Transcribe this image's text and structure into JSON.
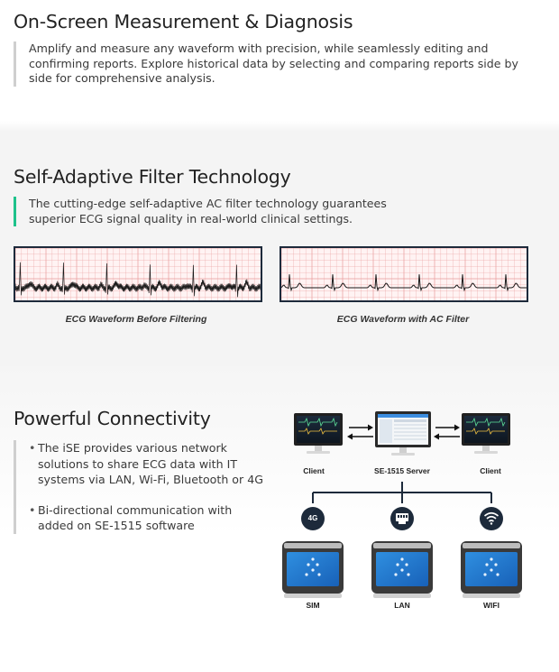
{
  "measurement": {
    "title": "On-Screen Measurement & Diagnosis",
    "description": "Amplify and measure any waveform with precision, while seamlessly editing and confirming reports. Explore historical data by selecting and comparing reports side by side for comprehensive analysis."
  },
  "filter": {
    "title": "Self-Adaptive Filter Technology",
    "description": "The cutting-edge self-adaptive AC filter technology guarantees superior ECG signal quality in real-world clinical settings.",
    "before_caption": "ECG Waveform Before Filtering",
    "after_caption": "ECG Waveform with AC Filter"
  },
  "connectivity": {
    "title": "Powerful Connectivity",
    "bullets": [
      "The iSE provides various network solutions to share ECG data with IT systems via LAN, Wi-Fi, Bluetooth or 4G",
      "Bi-directional communication with added on SE-1515 software"
    ],
    "diagram": {
      "client_left": "Client",
      "server": "SE-1515 Server",
      "client_right": "Client",
      "badge_4g": "4G",
      "devices": [
        "SIM",
        "LAN",
        "WIFI"
      ]
    }
  },
  "colors": {
    "accent_green": "#1ec28b",
    "frame_dark": "#1d2a3b",
    "grid_red": "#e99a9a"
  }
}
